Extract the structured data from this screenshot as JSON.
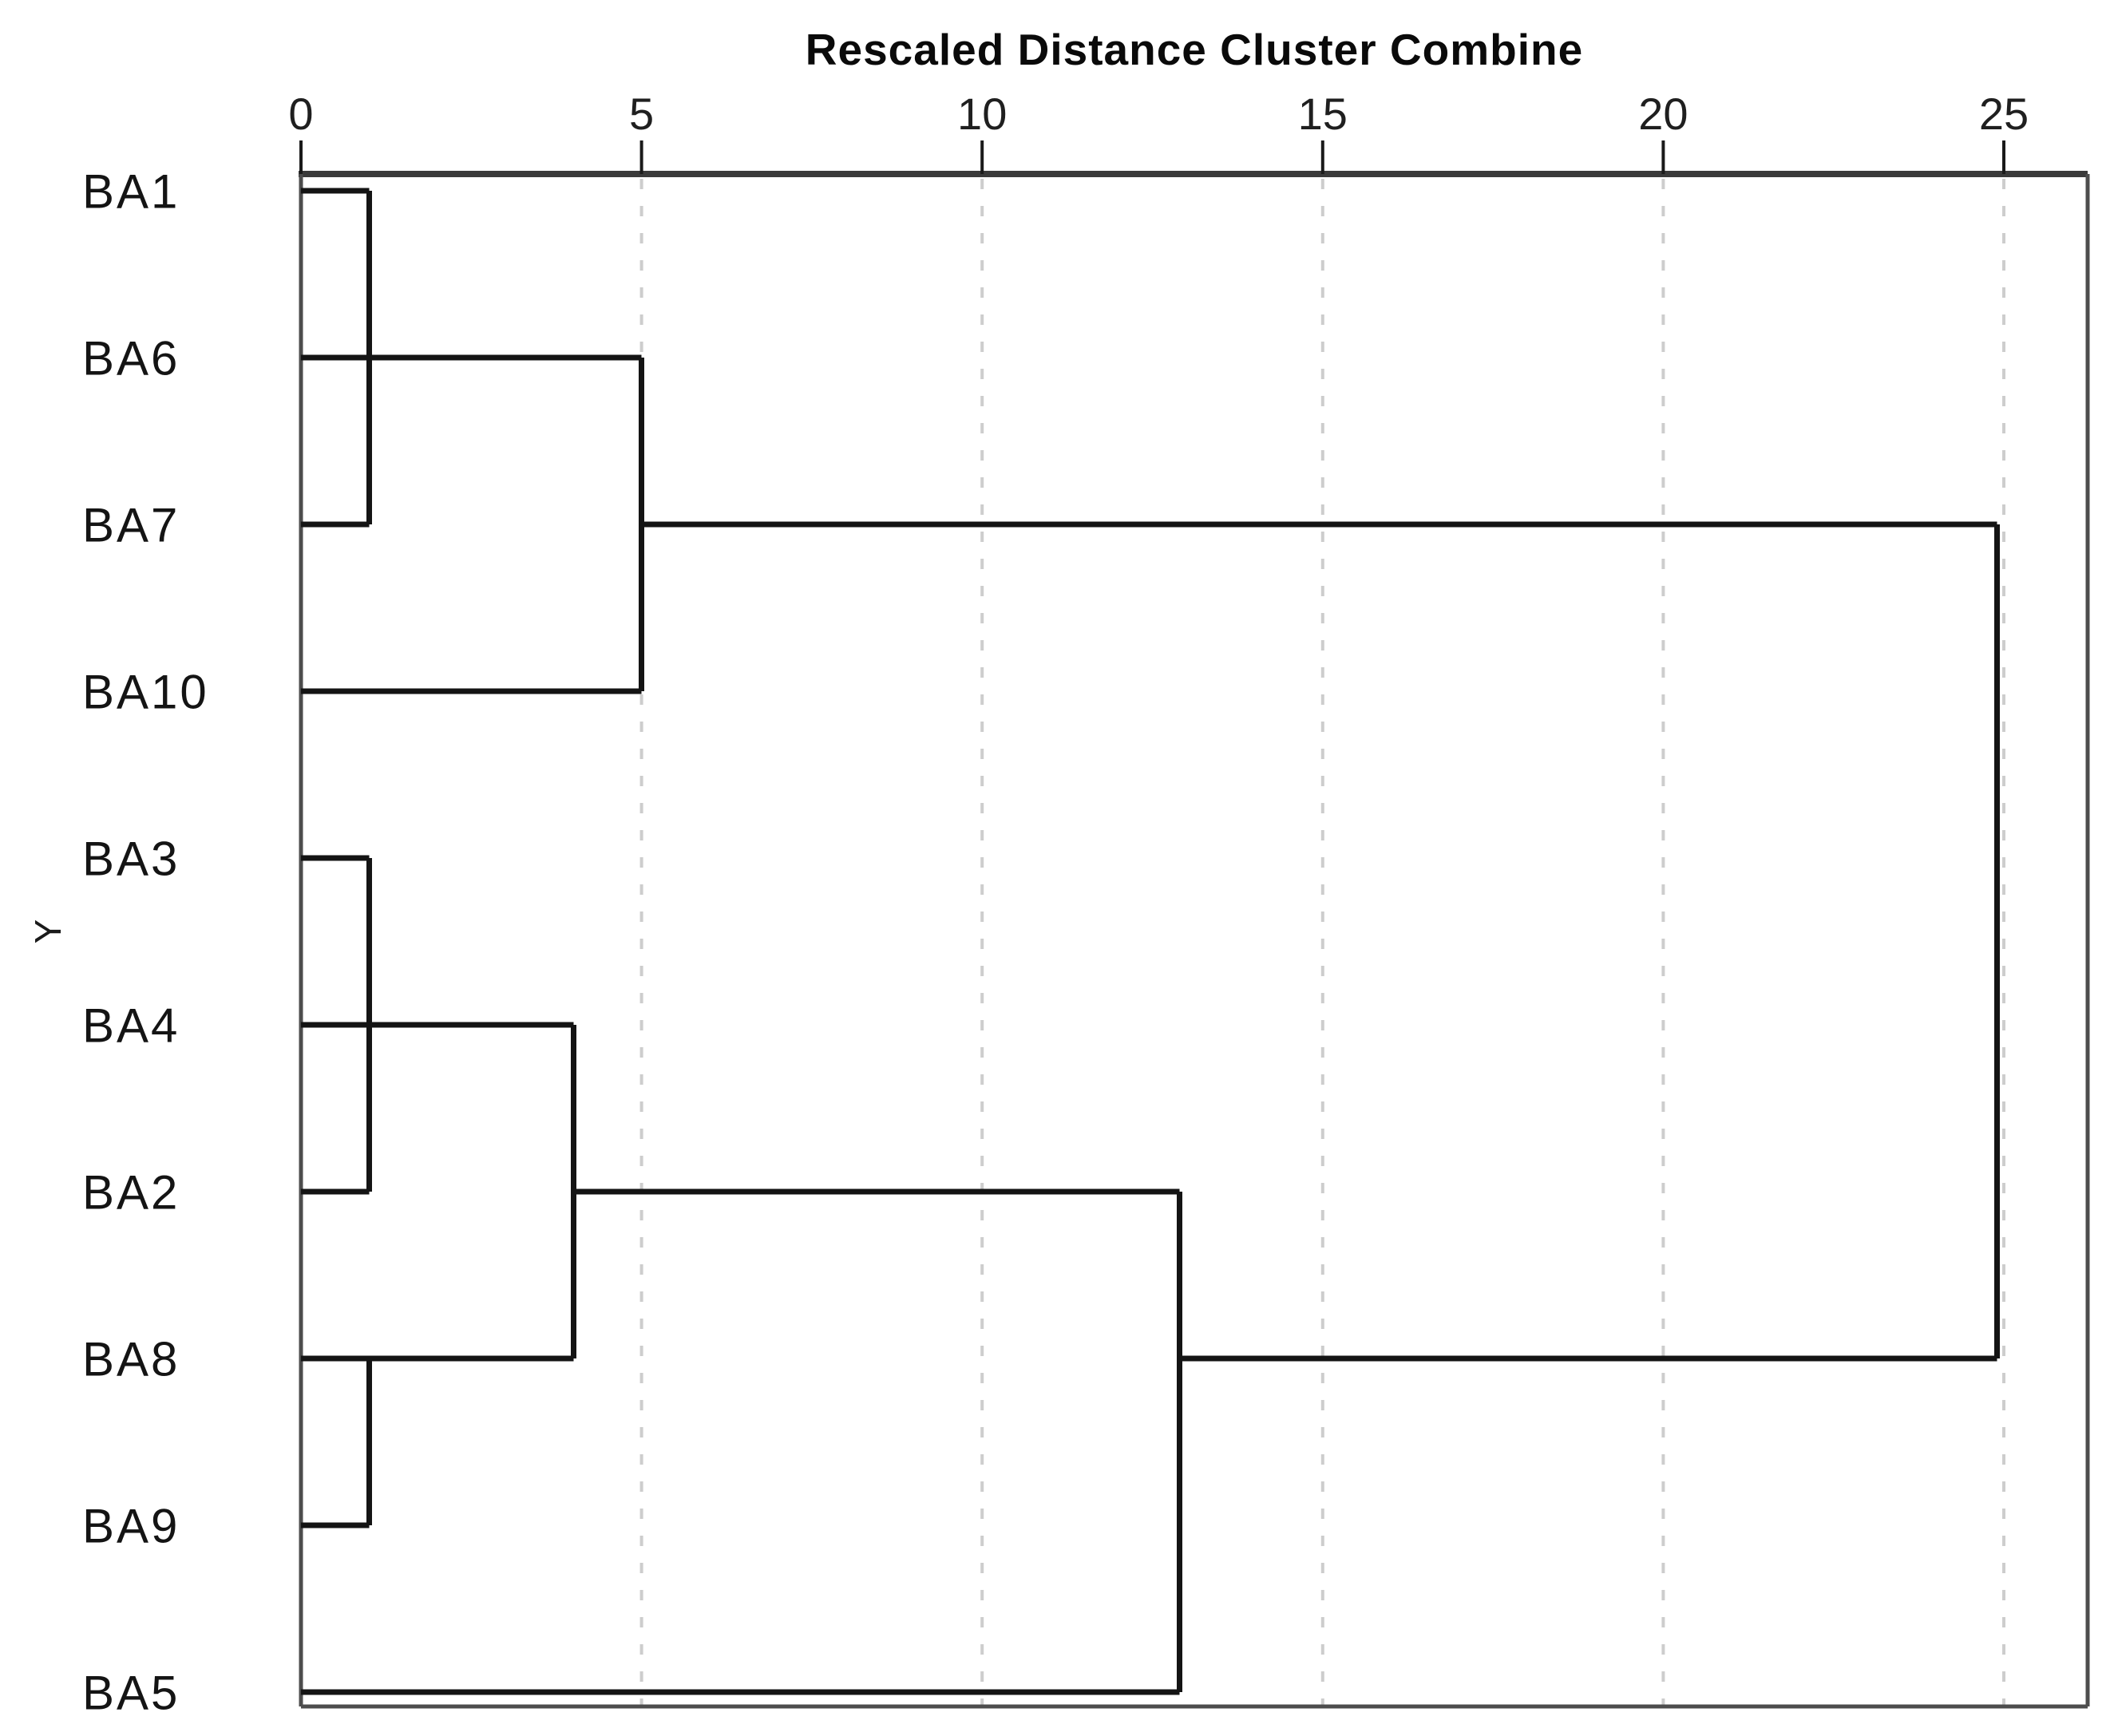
{
  "title": "Rescaled Distance Cluster Combine",
  "y_axis": {
    "label": "Y"
  },
  "x_axis": {
    "ticks": [
      0,
      5,
      10,
      15,
      20,
      25
    ],
    "min": 0,
    "max": 25
  },
  "colors": {
    "tree": "#141414",
    "border": "#4d4d4d",
    "top_border": "#3a3a3a",
    "tick": "#1a1a1a",
    "gridline": "#cdcdcd",
    "text": "#141414",
    "background": "#ffffff"
  },
  "chart_data": {
    "type": "dendrogram",
    "orientation": "horizontal",
    "title": "Rescaled Distance Cluster Combine",
    "xlabel": "Rescaled Distance Cluster Combine",
    "ylabel": "Y",
    "xlim": [
      0,
      25
    ],
    "grid": "dashed-vertical",
    "leaves": [
      "BA1",
      "BA6",
      "BA7",
      "BA10",
      "BA3",
      "BA4",
      "BA2",
      "BA8",
      "BA9",
      "BA5"
    ],
    "merges": [
      {
        "a": [
          "BA1"
        ],
        "b": [
          "BA6"
        ],
        "distance": 1
      },
      {
        "a": [
          "BA1",
          "BA6"
        ],
        "b": [
          "BA7"
        ],
        "distance": 1
      },
      {
        "a": [
          "BA3"
        ],
        "b": [
          "BA4"
        ],
        "distance": 1
      },
      {
        "a": [
          "BA3",
          "BA4"
        ],
        "b": [
          "BA2"
        ],
        "distance": 1
      },
      {
        "a": [
          "BA8"
        ],
        "b": [
          "BA9"
        ],
        "distance": 1
      },
      {
        "a": [
          "BA1",
          "BA6",
          "BA7"
        ],
        "b": [
          "BA10"
        ],
        "distance": 5
      },
      {
        "a": [
          "BA3",
          "BA4",
          "BA2"
        ],
        "b": [
          "BA8",
          "BA9"
        ],
        "distance": 4
      },
      {
        "a": [
          "BA3",
          "BA4",
          "BA2",
          "BA8",
          "BA9"
        ],
        "b": [
          "BA5"
        ],
        "distance": 12.9
      },
      {
        "a": [
          "BA1",
          "BA6",
          "BA7",
          "BA10"
        ],
        "b": [
          "BA3",
          "BA4",
          "BA2",
          "BA8",
          "BA9",
          "BA5"
        ],
        "distance": 24.9
      }
    ],
    "segments": [
      {
        "d1": 0,
        "r1": 0,
        "d2": 1,
        "r2": 0
      },
      {
        "d1": 0,
        "r1": 1,
        "d2": 1,
        "r2": 1
      },
      {
        "d1": 0,
        "r1": 2,
        "d2": 1,
        "r2": 2
      },
      {
        "d1": 0,
        "r1": 3,
        "d2": 5,
        "r2": 3
      },
      {
        "d1": 0,
        "r1": 4,
        "d2": 1,
        "r2": 4
      },
      {
        "d1": 0,
        "r1": 5,
        "d2": 1,
        "r2": 5
      },
      {
        "d1": 0,
        "r1": 6,
        "d2": 1,
        "r2": 6
      },
      {
        "d1": 0,
        "r1": 7,
        "d2": 1,
        "r2": 7
      },
      {
        "d1": 0,
        "r1": 8,
        "d2": 1,
        "r2": 8
      },
      {
        "d1": 0,
        "r1": 9,
        "d2": 12.9,
        "r2": 9
      },
      {
        "d1": 1,
        "r1": 0,
        "d2": 1,
        "r2": 2
      },
      {
        "d1": 1,
        "r1": 1,
        "d2": 5,
        "r2": 1
      },
      {
        "d1": 5,
        "r1": 1,
        "d2": 5,
        "r2": 3
      },
      {
        "d1": 5,
        "r1": 2,
        "d2": 24.9,
        "r2": 2
      },
      {
        "d1": 1,
        "r1": 4,
        "d2": 1,
        "r2": 6
      },
      {
        "d1": 1,
        "r1": 5,
        "d2": 4,
        "r2": 5
      },
      {
        "d1": 1,
        "r1": 7,
        "d2": 1,
        "r2": 8
      },
      {
        "d1": 1,
        "r1": 7,
        "d2": 4,
        "r2": 7
      },
      {
        "d1": 4,
        "r1": 5,
        "d2": 4,
        "r2": 7
      },
      {
        "d1": 4,
        "r1": 6,
        "d2": 12.9,
        "r2": 6
      },
      {
        "d1": 12.9,
        "r1": 6,
        "d2": 12.9,
        "r2": 9
      },
      {
        "d1": 12.9,
        "r1": 7,
        "d2": 24.9,
        "r2": 7
      },
      {
        "d1": 24.9,
        "r1": 2,
        "d2": 24.9,
        "r2": 7
      }
    ]
  }
}
